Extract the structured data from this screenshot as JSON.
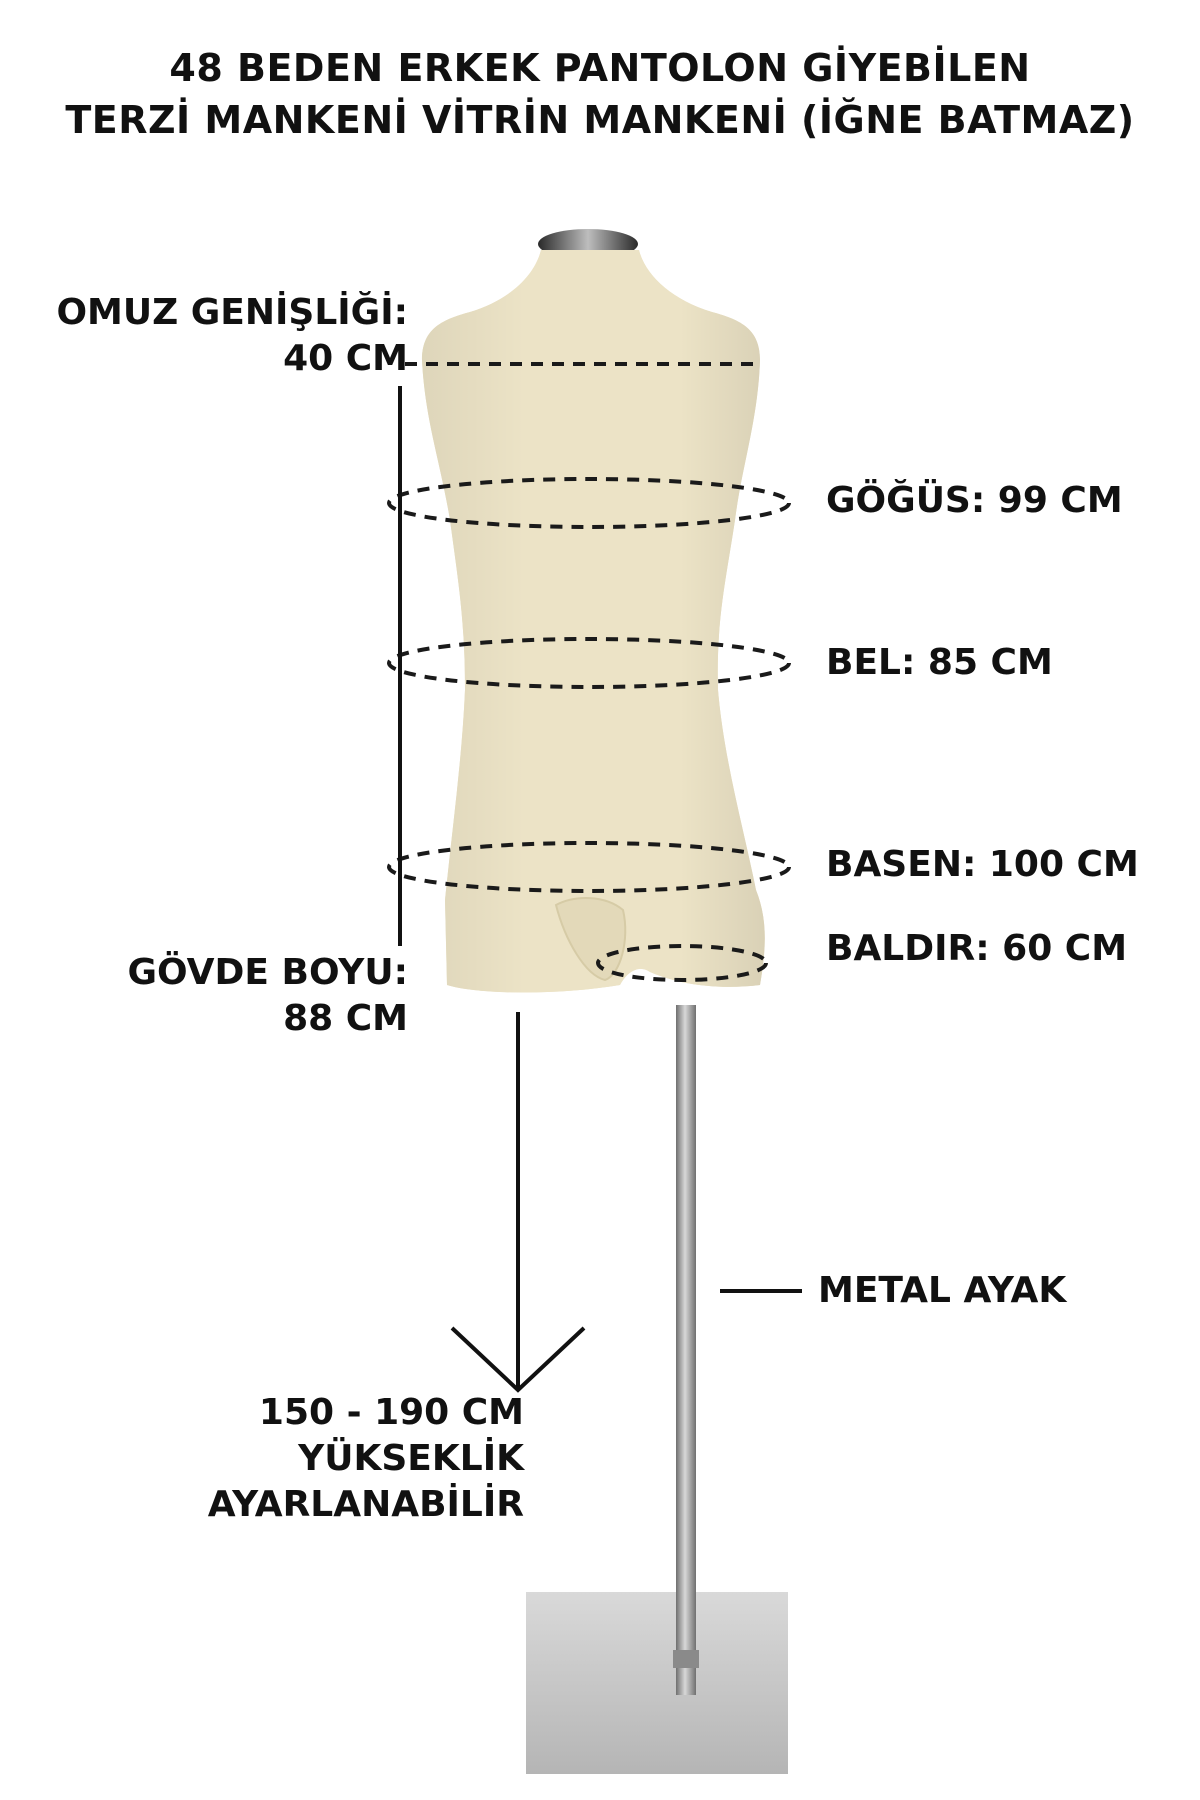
{
  "title": {
    "line1": "48 BEDEN ERKEK PANTOLON GİYEBİLEN",
    "line2": "TERZİ MANKENİ VİTRİN MANKENİ (İĞNE BATMAZ)"
  },
  "measurements": {
    "shoulder": {
      "label": "OMUZ GENİŞLİĞİ:",
      "value": "40 CM"
    },
    "chest": "GÖĞÜS: 99 CM",
    "waist": "BEL: 85 CM",
    "hip": "BASEN: 100 CM",
    "calf": "BALDIR: 60 CM",
    "torso_length": {
      "label": "GÖVDE BOYU:",
      "value": "88 CM"
    },
    "stand": "METAL AYAK",
    "height": {
      "line1": "150 - 190 CM",
      "line2": "YÜKSEKLİK",
      "line3": "AYARLANABİLİR"
    }
  },
  "colors": {
    "fabric": "#ece3c6",
    "metal": "#9a9a9a",
    "base": "#c8c8c8",
    "dashes": "#1a1a1a"
  }
}
